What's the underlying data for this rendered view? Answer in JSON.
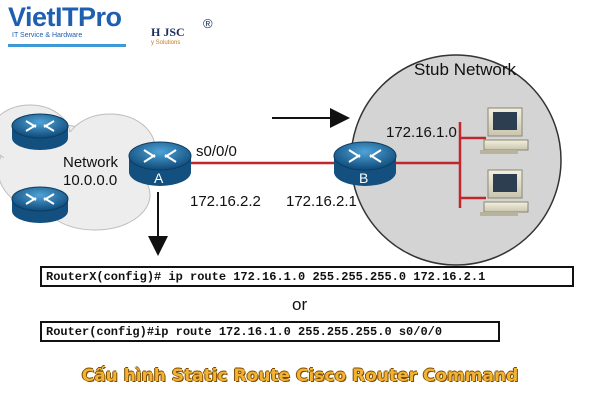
{
  "logo": {
    "brand": "VietITPro",
    "tagline": "IT Service & Hardware",
    "company": "H JSC",
    "registered": "®",
    "solutions": "y Solutions"
  },
  "diagram": {
    "stub_network_title": "Stub Network",
    "network_label": "Network",
    "network_address": "10.0.0.0",
    "router_a_label": "A",
    "router_b_label": "B",
    "interface_label": "s0/0/0",
    "ip_router_a": "172.16.2.2",
    "ip_router_b": "172.16.2.1",
    "stub_subnet": "172.16.1.0"
  },
  "commands": {
    "command_1": "RouterX(config)# ip route 172.16.1.0 255.255.255.0 172.16.2.1",
    "separator": "or",
    "command_2": "Router(config)#ip route 172.16.1.0 255.255.255.0 s0/0/0"
  },
  "caption": "Cấu hình Static Route Cisco Router Command",
  "colors": {
    "router_blue": "#1a6fa8",
    "link_red": "#c0262d",
    "stub_gray": "#d4d4d4",
    "caption_gold": "#f2b233"
  }
}
